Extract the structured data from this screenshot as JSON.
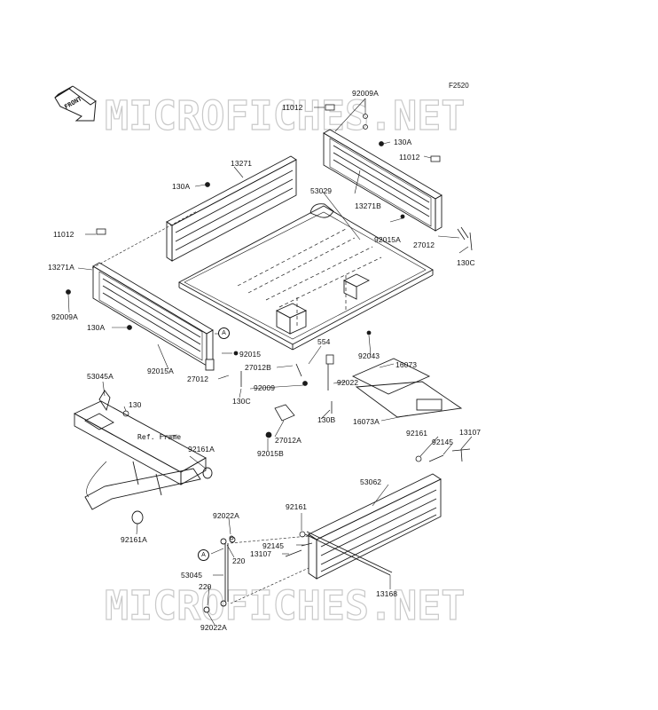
{
  "figure_code": "F2520",
  "watermark": "MICROFICHES.NET",
  "front_indicator": "FRONT",
  "ref_note": "Ref. Frame",
  "callout_letter": "A",
  "labels": {
    "p11012_top": "11012",
    "p92009A_top": "92009A",
    "p130A_right": "130A",
    "p11012_right": "11012",
    "p13271": "13271",
    "p130A_mid": "130A",
    "p53029": "53029",
    "p13271B": "13271B",
    "p92015A_right": "92015A",
    "p27012": "27012",
    "p130C_right": "130C",
    "p11012_left": "11012",
    "p13271A": "13271A",
    "p92009A_left": "92009A",
    "p130A_left": "130A",
    "p92015": "92015",
    "p92015A_left": "92015A",
    "p27012B": "27012B",
    "p27012_left": "27012",
    "p92009": "92009",
    "p130C_left": "130C",
    "p554": "554",
    "p92043": "92043",
    "p16073": "16073",
    "p92022": "92022",
    "p16073A": "16073A",
    "p130B": "130B",
    "p27012A": "27012A",
    "p92015B": "92015B",
    "p53045A": "53045A",
    "p130": "130",
    "p92161A_top": "92161A",
    "p92161A_bot": "92161A",
    "p92161": "92161",
    "p92145": "92145",
    "p13107": "13107",
    "p53062": "53062",
    "p92161_mid": "92161",
    "p92022A_top": "92022A",
    "p220_top": "220",
    "p92145_mid": "92145",
    "p13107_mid": "13107",
    "p53045": "53045",
    "p13168": "13168",
    "p220_bot": "220",
    "p92022A_bot": "92022A"
  }
}
